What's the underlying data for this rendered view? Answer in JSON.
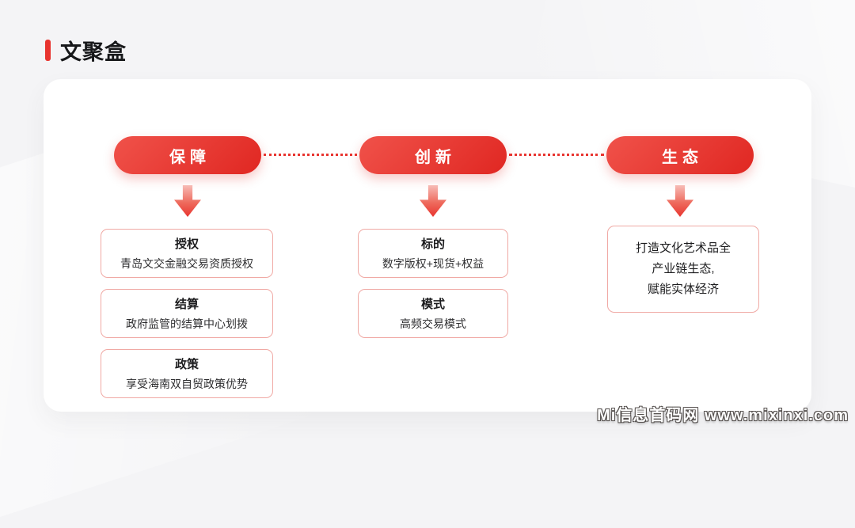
{
  "page": {
    "title": "文聚盒",
    "watermark": "Mi信息首码网 www.mixinxi.com"
  },
  "diagram": {
    "colors": {
      "accent": "#e8342f",
      "box_border": "#f0a9a4"
    },
    "columns": [
      {
        "pill": "保障",
        "boxes": [
          {
            "title": "授权",
            "desc": "青岛文交金融交易资质授权"
          },
          {
            "title": "结算",
            "desc": "政府监管的结算中心划拨"
          },
          {
            "title": "政策",
            "desc": "享受海南双自贸政策优势"
          }
        ]
      },
      {
        "pill": "创新",
        "boxes": [
          {
            "title": "标的",
            "desc": "数字版权+现货+权益"
          },
          {
            "title": "模式",
            "desc": "高频交易模式"
          }
        ]
      },
      {
        "pill": "生态",
        "eco_text": "打造文化艺术品全\n产业链生态,\n赋能实体经济"
      }
    ]
  }
}
